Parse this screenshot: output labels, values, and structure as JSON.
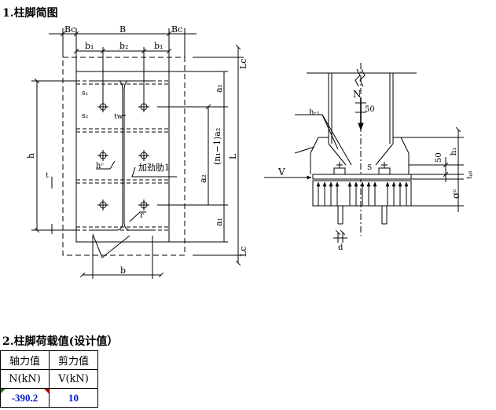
{
  "section1": {
    "title": "1.柱脚简图"
  },
  "drawing_plan": {
    "labels": {
      "bc_left": "Bc",
      "B": "B",
      "bc_right": "Bc",
      "b1_left": "b₁",
      "b2": "b₂",
      "b1_right": "b₁",
      "lc_top": "Lc",
      "lc_bottom": "Lc",
      "a1_top": "a₁",
      "n_a2": "(n₁−1)a₂",
      "a2": "a₂",
      "a1_bottom": "a₁",
      "L": "L",
      "h": "h",
      "s1": "s₁",
      "s2": "s₂",
      "tw": "tw",
      "hc": "hᶜ",
      "stiffener": "加劲肋1",
      "r": "r",
      "b": "b",
      "t": "t"
    }
  },
  "drawing_section": {
    "labels": {
      "N": "N",
      "50_top": "50",
      "h_rib": "hᵣ₁",
      "V": "V",
      "50_side": "50",
      "h1": "h₁",
      "t_pb": "tₚᵦ",
      "sigma": "σᶜ",
      "d": "d",
      "S": "S"
    }
  },
  "section2": {
    "title": "2.柱脚荷载值(设计值）"
  },
  "loads_table": {
    "headers": [
      "轴力值",
      "剪力值"
    ],
    "units": [
      "N(kN)",
      "V(kN)"
    ],
    "values": [
      "-390.2",
      "10"
    ]
  }
}
